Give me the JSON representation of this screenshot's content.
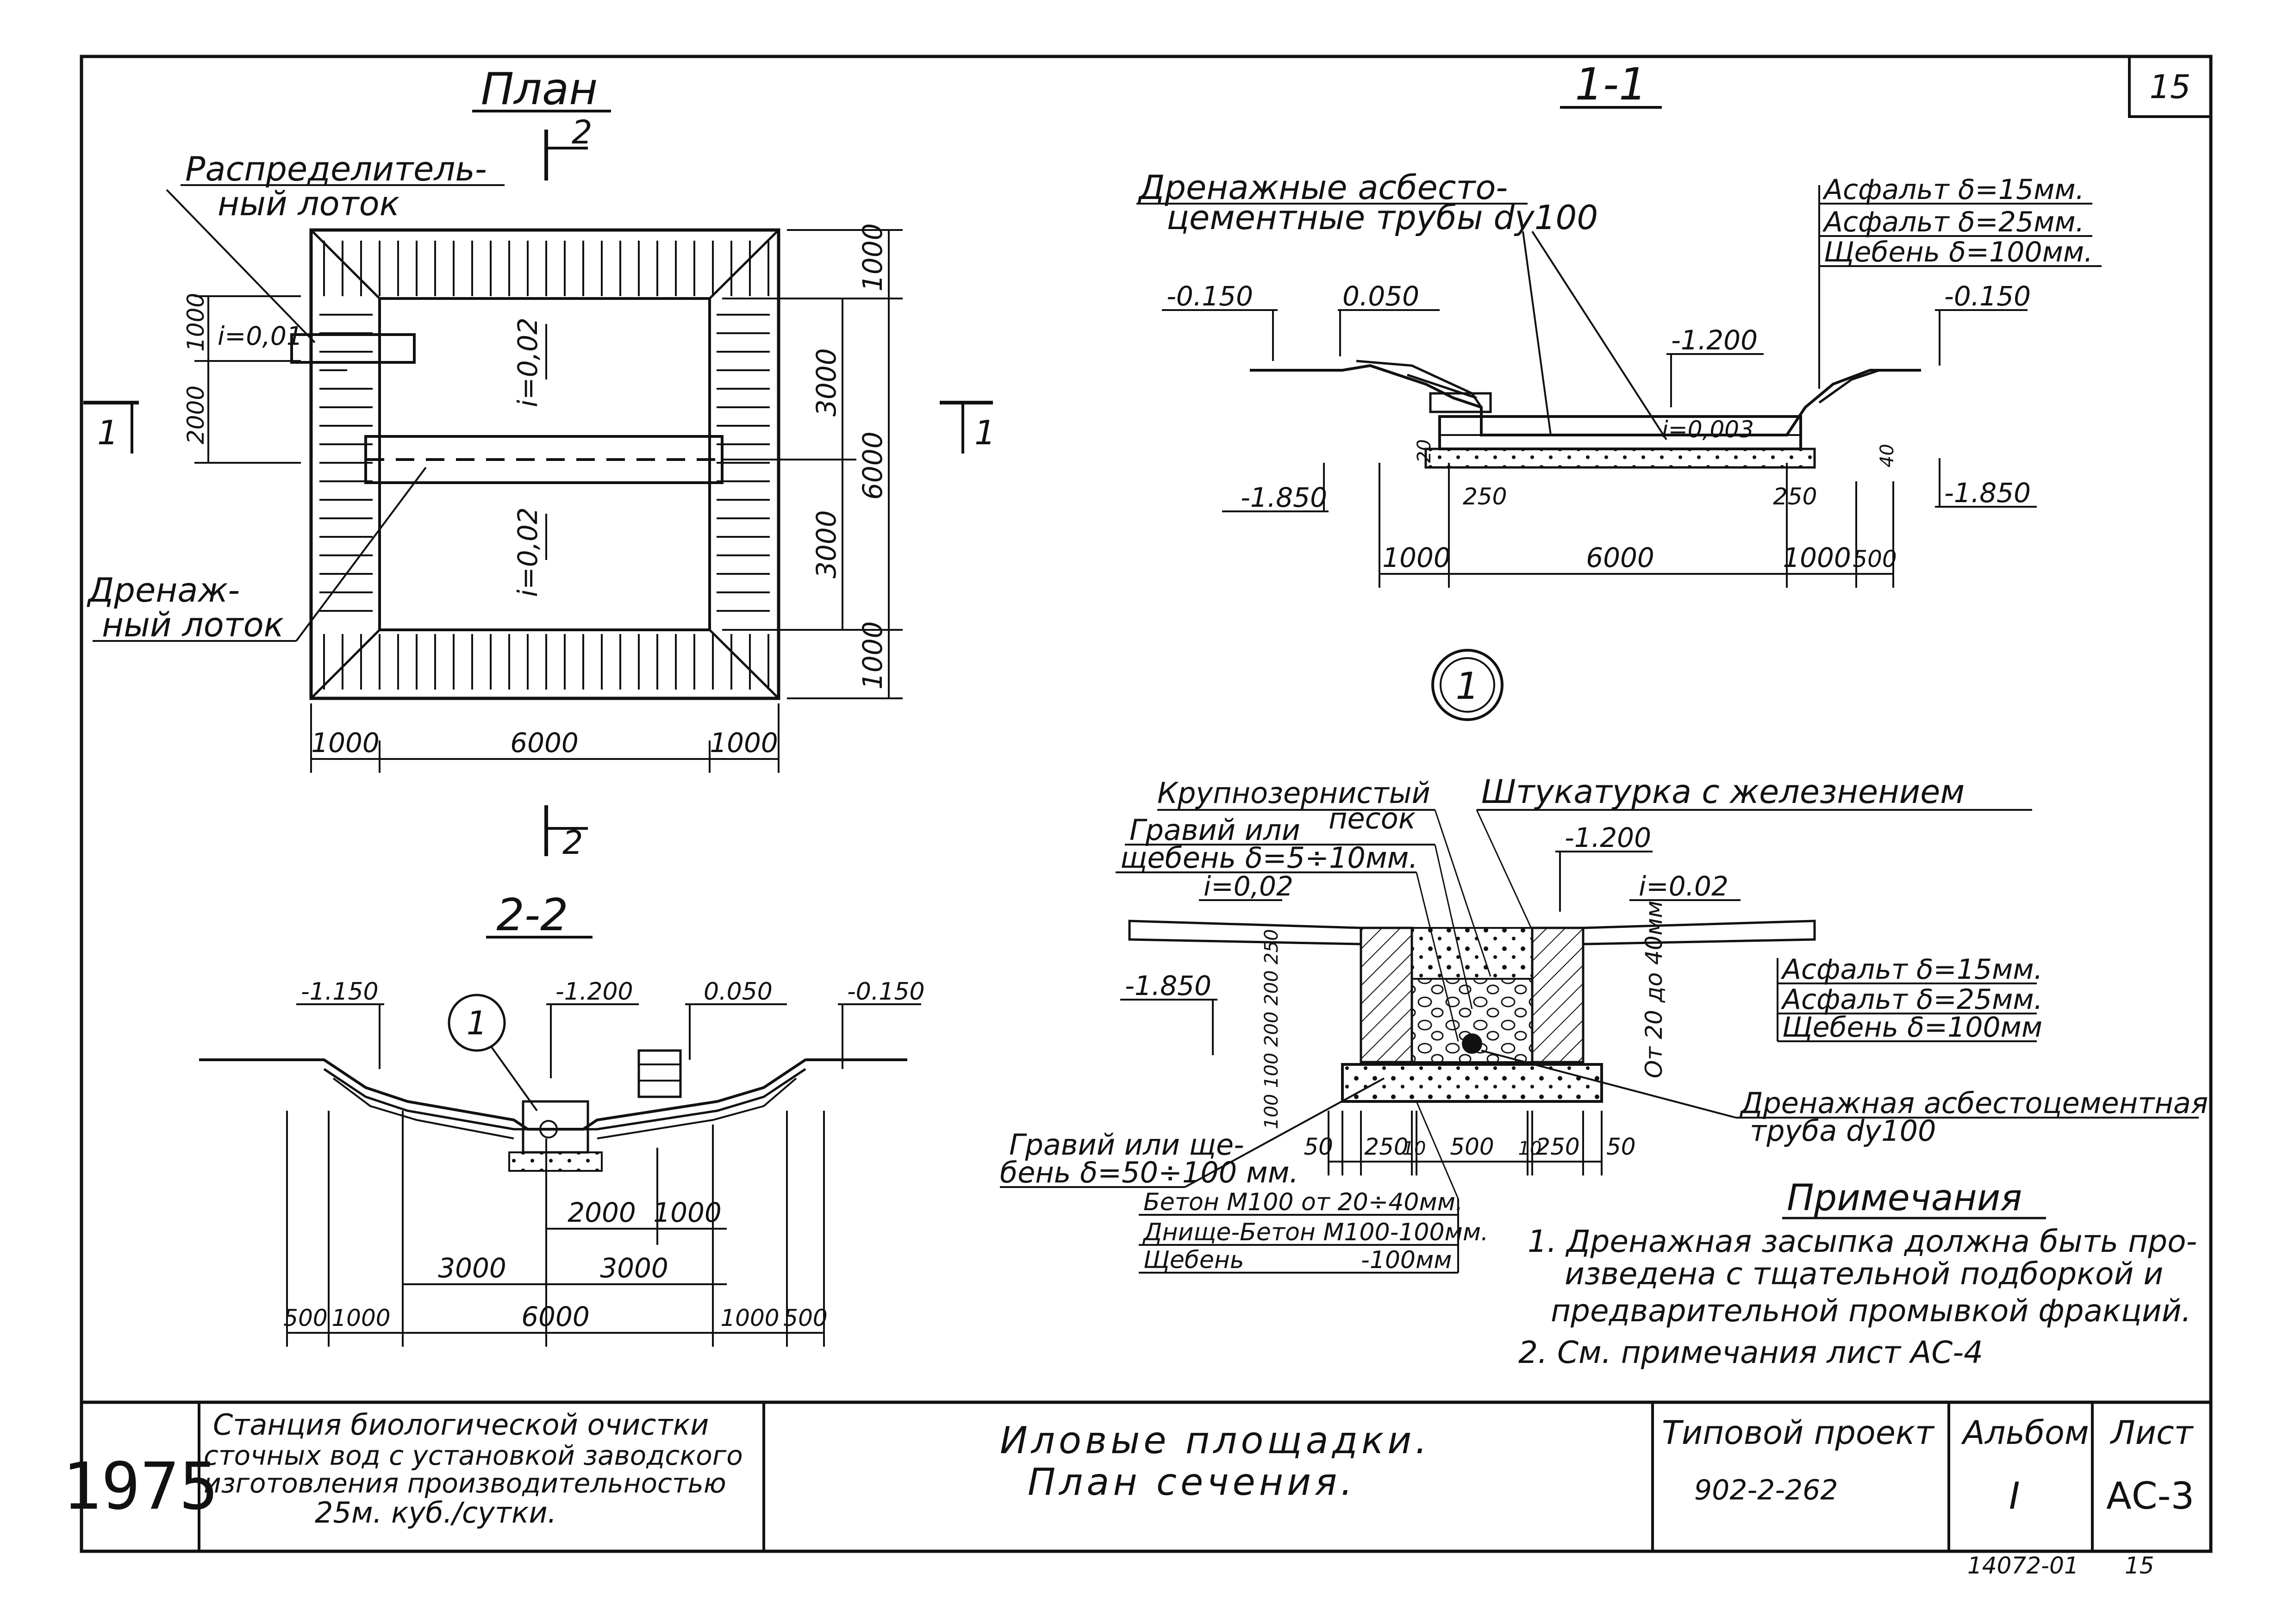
{
  "sheet": {
    "number": "15"
  },
  "plan": {
    "title": "План",
    "section_mark": "2",
    "section_mark_left": "1",
    "section_mark_right": "1",
    "label_distributor_1": "Распределитель-",
    "label_distributor_2": "ный лоток",
    "label_drain_1": "Дренаж-",
    "label_drain_2": "ный лоток",
    "slope_inlet": "i=0,01",
    "slope_top": "i=0,02",
    "slope_bottom": "i=0,02",
    "dim_bottom": [
      "1000",
      "6000",
      "1000"
    ],
    "dim_right_outer": [
      "1000",
      "6000",
      "1000"
    ],
    "dim_right_inner": [
      "3000",
      "3000"
    ],
    "dim_left": [
      "1000",
      "2000"
    ]
  },
  "section_1_1": {
    "title": "1-1",
    "label_pipes_1": "Дренажные асбесто-",
    "label_pipes_2": "цементные трубы dy100",
    "layers": [
      "Асфальт δ=15мм.",
      "Асфальт δ=25мм.",
      "Щебень δ=100мм."
    ],
    "levels": [
      "-0.150",
      "0.050",
      "-1.200",
      "-0.150",
      "-1.850",
      "-1.850"
    ],
    "slope": "i=0,003",
    "dims": [
      "1000",
      "6000",
      "1000",
      "500",
      "250",
      "250",
      "20",
      "40"
    ]
  },
  "section_2_2": {
    "title": "2-2",
    "callout": "1",
    "levels": [
      "-1.150",
      "-1.200",
      "0.050",
      "-0.150"
    ],
    "dims_row1": [
      "2000",
      "1000"
    ],
    "dims_row2": [
      "3000",
      "3000"
    ],
    "dims_row3": [
      "500",
      "1000",
      "6000",
      "1000",
      "500"
    ]
  },
  "detail_1": {
    "callout": "1",
    "label_sand_1": "Крупнозернистый",
    "label_sand_2": "песок",
    "label_gravel_1": "Гравий или",
    "label_gravel_2": "щебень δ=5÷10мм.",
    "label_plaster": "Штукатурка с железнением",
    "level_top": "-1.200",
    "level_bottom": "-1.850",
    "slope_left": "i=0,02",
    "slope_right": "i=0.02",
    "layers": [
      "Асфальт δ=15мм.",
      "Асфальт δ=25мм.",
      "Щебень δ=100мм"
    ],
    "label_pipe_1": "Дренажная асбестоцементная",
    "label_pipe_2": "труба dy100",
    "label_gravel_base_1": "Гравий или ще-",
    "label_gravel_base_2": "бень δ=50÷100 мм.",
    "label_concrete": "Бетон М100 от 20÷40мм.",
    "label_bottom": "Днище-Бетон М100-100мм.",
    "label_crushed": "Щебень",
    "label_crushed_value": "-100мм",
    "vertical_dims": "100 100 200 200 250",
    "vertical_note": "От 20 до 40мм",
    "dims_bottom": [
      "50",
      "250",
      "10",
      "500",
      "10",
      "250",
      "50"
    ]
  },
  "notes": {
    "title": "Примечания",
    "items": [
      "1. Дренажная засыпка должна быть про-",
      "изведена с тщательной подборкой и",
      "предварительной промывкой фракций.",
      "2. См. примечания лист АС-4"
    ]
  },
  "title_block": {
    "year": "1975",
    "station": [
      "Станция биологической очистки",
      "сточных вод с установкой заводского",
      "изготовления производительностью",
      "25м. куб./сутки."
    ],
    "drawing_title_1": "Иловые площадки.",
    "drawing_title_2": "План сечения.",
    "project_label": "Типовой проект",
    "project_number": "902-2-262",
    "album_label": "Альбом",
    "album_number": "I",
    "sheet_label": "Лист",
    "sheet_code": "АС-3"
  },
  "footer": {
    "code": "14072-01",
    "page": "15"
  }
}
